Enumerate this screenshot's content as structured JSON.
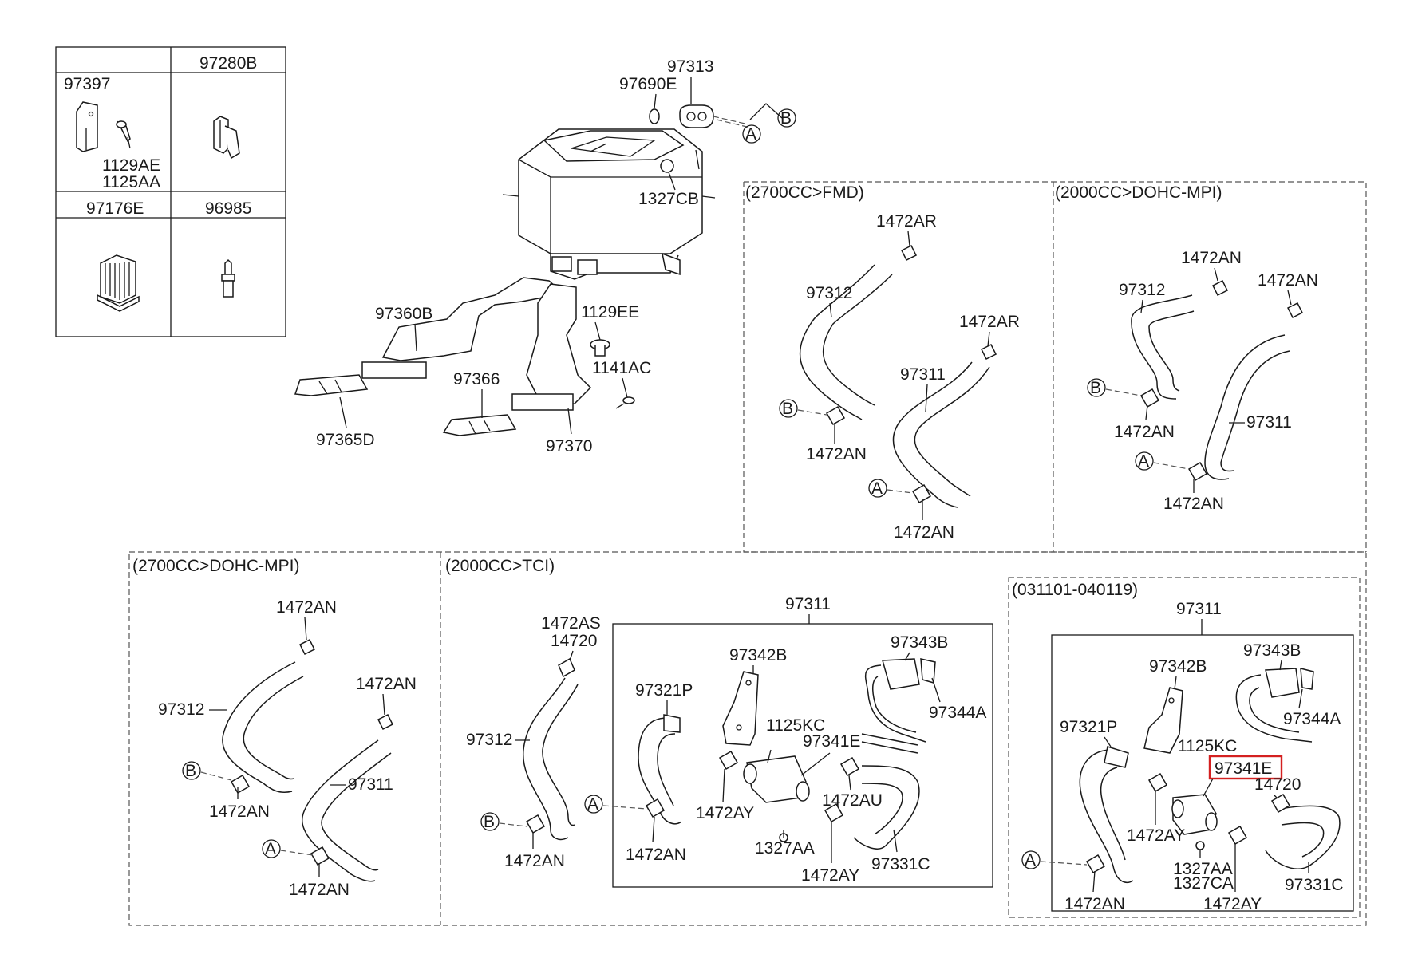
{
  "legend_table": {
    "headers": [
      "",
      "97280B",
      "97176E",
      "96985"
    ],
    "cells": [
      "97397",
      "1129AE",
      "1125AA"
    ]
  },
  "sections": {
    "fmd_2700": "(2700CC>FMD)",
    "dohc_2000": "(2000CC>DOHC-MPI)",
    "dohc_2700": "(2700CC>DOHC-MPI)",
    "tci_2000": "(2000CC>TCI)",
    "date_range": "(031101-040119)"
  },
  "labels": {
    "heater": {
      "p97313": "97313",
      "p97690E": "97690E",
      "p1327CB": "1327CB",
      "p97360B": "97360B",
      "p1129EE": "1129EE",
      "p1141AC": "1141AC",
      "p97366": "97366",
      "p97365D": "97365D",
      "p97370": "97370",
      "markA": "A",
      "markB": "B"
    },
    "fmd": {
      "ar1": "1472AR",
      "ar2": "1472AR",
      "p97312": "97312",
      "p97311": "97311",
      "an1": "1472AN",
      "an2": "1472AN",
      "markA": "A",
      "markB": "B"
    },
    "dohc2000": {
      "an_top1": "1472AN",
      "an_top2": "1472AN",
      "p97312": "97312",
      "p97311": "97311",
      "an1": "1472AN",
      "an2": "1472AN",
      "markA": "A",
      "markB": "B"
    },
    "dohc2700": {
      "an_top1": "1472AN",
      "an_top2": "1472AN",
      "p97312": "97312",
      "p97311": "97311",
      "an1": "1472AN",
      "an2": "1472AN",
      "markA": "A",
      "markB": "B"
    },
    "tci": {
      "as": "1472AS",
      "p14720": "14720",
      "p97312": "97312",
      "an_b": "1472AN",
      "p97311": "97311",
      "p97321P": "97321P",
      "p97342B": "97342B",
      "p97343B": "97343B",
      "p97344A": "97344A",
      "p1125KC": "1125KC",
      "p97341E": "97341E",
      "ay1": "1472AY",
      "au": "1472AU",
      "an_a": "1472AN",
      "p1327AA": "1327AA",
      "ay2": "1472AY",
      "p97331C": "97331C",
      "markA": "A",
      "markB": "B"
    },
    "late": {
      "p97311": "97311",
      "p97342B": "97342B",
      "p97343B": "97343B",
      "p97321P": "97321P",
      "p97344A": "97344A",
      "p1125KC": "1125KC",
      "p97341E": "97341E",
      "p14720": "14720",
      "ay1": "1472AY",
      "p1327AA": "1327AA",
      "p1327CA": "1327CA",
      "p97331C": "97331C",
      "an": "1472AN",
      "ay2": "1472AY",
      "markA": "A"
    }
  },
  "colors": {
    "line": "#1a1a1a",
    "highlight": "#d42020",
    "background": "#ffffff"
  }
}
